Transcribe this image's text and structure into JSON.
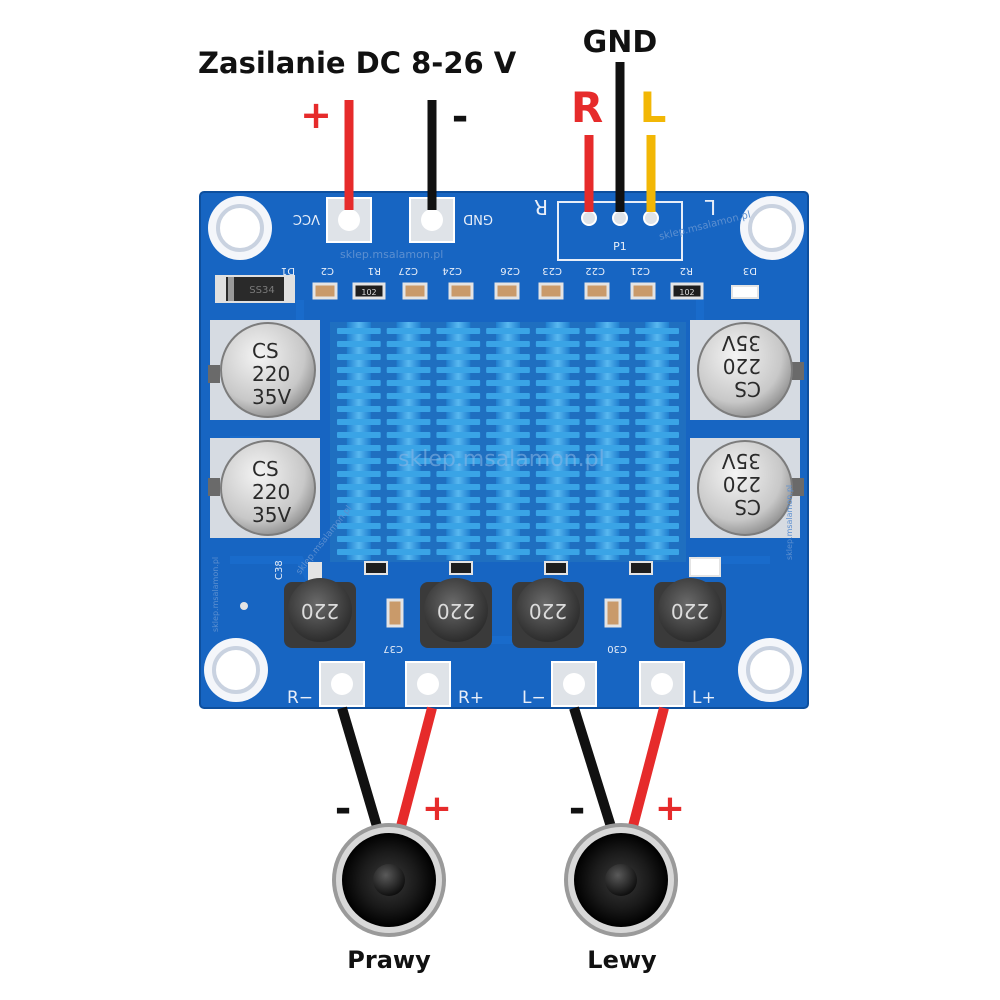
{
  "labels": {
    "power_supply": "Zasilanie DC 8-26 V",
    "gnd_top": "GND",
    "r_top": "R",
    "l_top": "L",
    "plus_power": "+",
    "minus_power": "-",
    "speaker_right": "Prawy",
    "speaker_left": "Lewy",
    "plus_sign": "+",
    "minus_sign": "-"
  },
  "silkscreen": {
    "vcc": "VCC",
    "gnd": "GND",
    "r_mark": "R",
    "l_mark": "L",
    "p1": "P1",
    "d1": "D1",
    "d3": "D3",
    "c2": "C2",
    "r1": "R1",
    "c27": "C27",
    "c24": "C24",
    "c26": "C26",
    "c23": "C23",
    "c22": "C22",
    "c21": "C21",
    "r2": "R2",
    "c38": "C38",
    "c37": "C37",
    "c30": "C30",
    "res_code": "102",
    "diode_code": "SS34",
    "r_minus": "R−",
    "r_plus": "R+",
    "l_minus": "L−",
    "l_plus": "L+",
    "watermark_small": "sklep.msalamon.pl",
    "watermark_big": "sklep.msalamon.pl"
  },
  "capacitor": {
    "line1": "CS",
    "line2": "220",
    "line3": "35V"
  },
  "inductor": {
    "value": "220"
  },
  "colors": {
    "pcb": "#1765c2",
    "wire_red": "#e62b2b",
    "wire_black": "#111111",
    "wire_yellow": "#f2b705",
    "heatsink": "#3aa4e6"
  }
}
